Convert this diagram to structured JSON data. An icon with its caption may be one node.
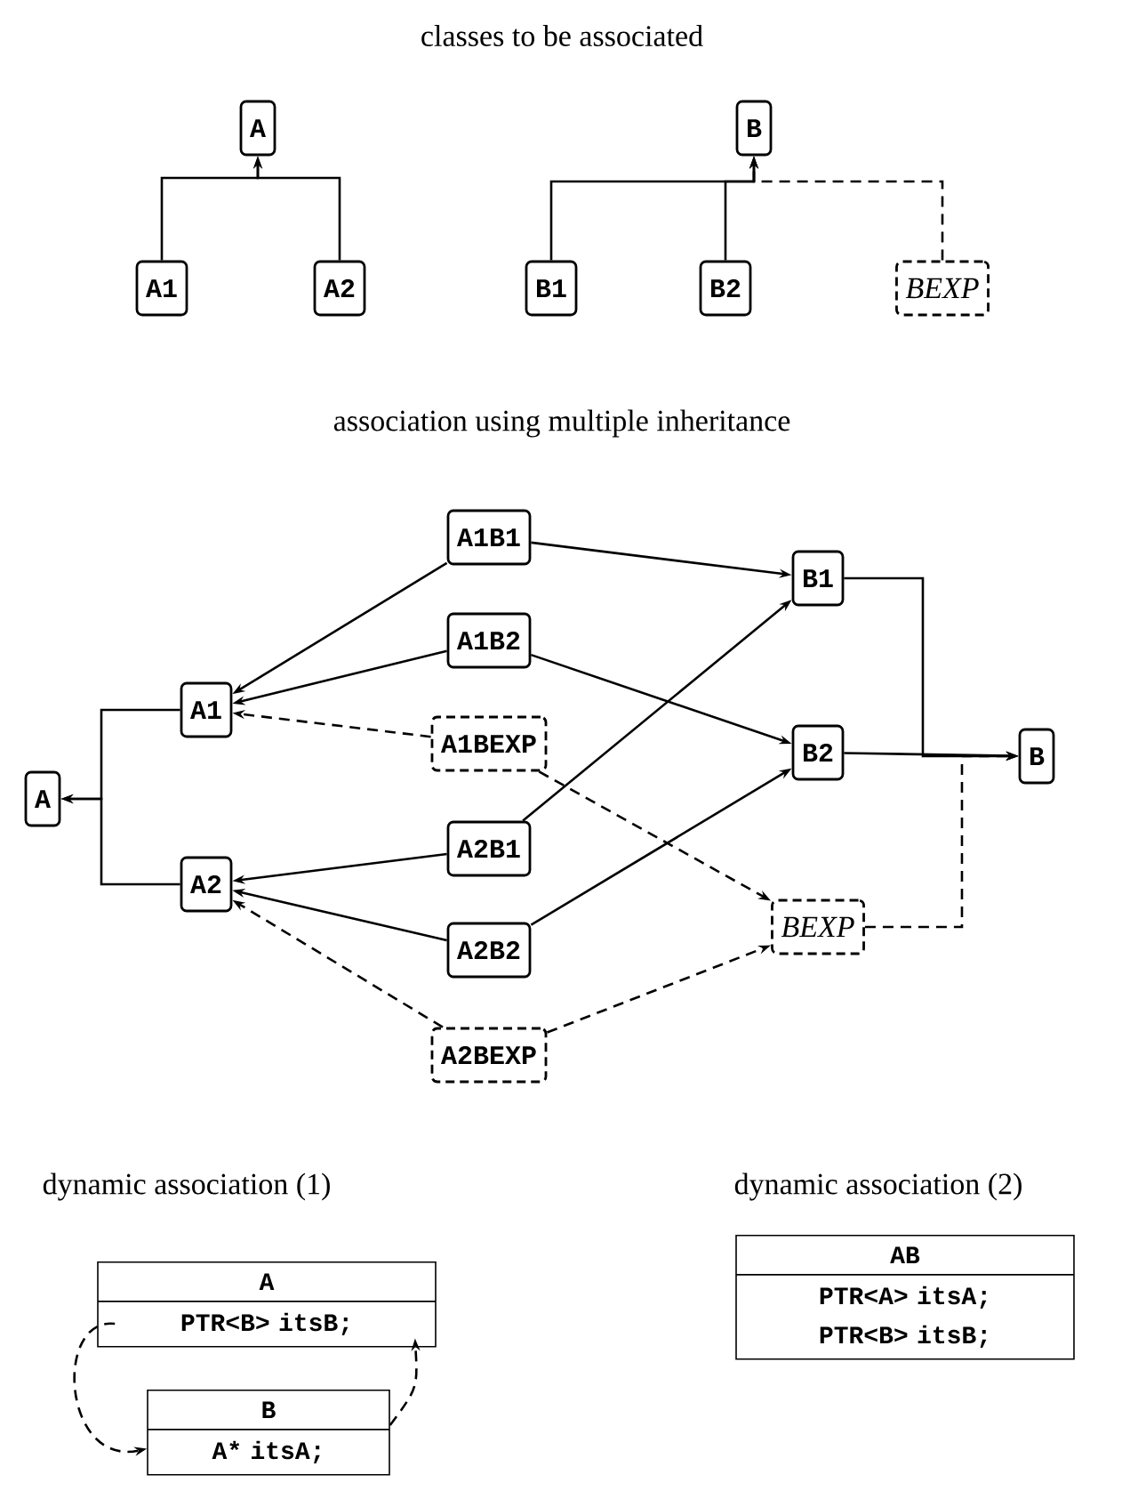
{
  "diagram": {
    "nodes": [
      {
        "text": [
          "A"
        ]
      },
      {
        "text": [
          "A1"
        ]
      },
      {
        "text": [
          "A2"
        ]
      },
      {
        "text": [
          "B"
        ]
      },
      {
        "text": [
          "B1"
        ]
      },
      {
        "text": [
          "B2"
        ]
      },
      {
        "text": [
          "BEXP"
        ]
      },
      {
        "text": [
          "A"
        ]
      },
      {
        "text": [
          "A1"
        ]
      },
      {
        "text": [
          "A2"
        ]
      },
      {
        "text": [
          "A1B1"
        ]
      },
      {
        "text": [
          "A1B2"
        ]
      },
      {
        "text": [
          "A1BEXP"
        ]
      },
      {
        "text": [
          "A2B1"
        ]
      },
      {
        "text": [
          "A2B2"
        ]
      },
      {
        "text": [
          "A2BEXP"
        ]
      },
      {
        "text": [
          "B1"
        ]
      },
      {
        "text": [
          "B2"
        ]
      },
      {
        "text": [
          "BEXP"
        ]
      },
      {
        "text": [
          "B"
        ]
      },
      {
        "text": [
          "A",
          "PTR<B> itsB;"
        ]
      },
      {
        "text": [
          "B",
          "A* itsA;"
        ]
      },
      {
        "text": [
          "AB",
          "PTR<A> itsA;",
          "PTR<B> itsB;"
        ]
      }
    ],
    "edges": [
      {
        "from": 1,
        "to": 0,
        "arrow": "to"
      },
      {
        "from": 2,
        "to": 0,
        "arrow": "to"
      },
      {
        "from": 4,
        "to": 3,
        "arrow": "to"
      },
      {
        "from": 5,
        "to": 3,
        "arrow": "to"
      },
      {
        "from": 6,
        "to": 3,
        "arrow": "to",
        "style": "dashed"
      },
      {
        "from": 8,
        "to": 7,
        "arrow": "to"
      },
      {
        "from": 9,
        "to": 7,
        "arrow": "to"
      },
      {
        "from": 10,
        "to": 8,
        "arrow": "to"
      },
      {
        "from": 10,
        "to": 16,
        "arrow": "to"
      },
      {
        "from": 11,
        "to": 8,
        "arrow": "to"
      },
      {
        "from": 11,
        "to": 17,
        "arrow": "to"
      },
      {
        "from": 12,
        "to": 8,
        "arrow": "to",
        "style": "dashed"
      },
      {
        "from": 12,
        "to": 18,
        "arrow": "to",
        "style": "dashed"
      },
      {
        "from": 13,
        "to": 9,
        "arrow": "to"
      },
      {
        "from": 13,
        "to": 16,
        "arrow": "to"
      },
      {
        "from": 14,
        "to": 9,
        "arrow": "to"
      },
      {
        "from": 14,
        "to": 17,
        "arrow": "to"
      },
      {
        "from": 15,
        "to": 9,
        "arrow": "to",
        "style": "dashed"
      },
      {
        "from": 15,
        "to": 18,
        "arrow": "to",
        "style": "dashed"
      },
      {
        "from": 16,
        "to": 19,
        "arrow": "to"
      },
      {
        "from": 17,
        "to": 19,
        "arrow": "to"
      },
      {
        "from": 18,
        "to": 19,
        "arrow": "to",
        "style": "dashed"
      },
      {
        "from": 20,
        "to": 21,
        "arrow": "to",
        "style": "dashed"
      },
      {
        "from": 21,
        "to": 20,
        "arrow": "to",
        "style": "dashed"
      }
    ],
    "labels": [
      "classes to be associated",
      "association using multiple inheritance",
      "dynamic association (1)",
      "dynamic association (2)"
    ]
  }
}
